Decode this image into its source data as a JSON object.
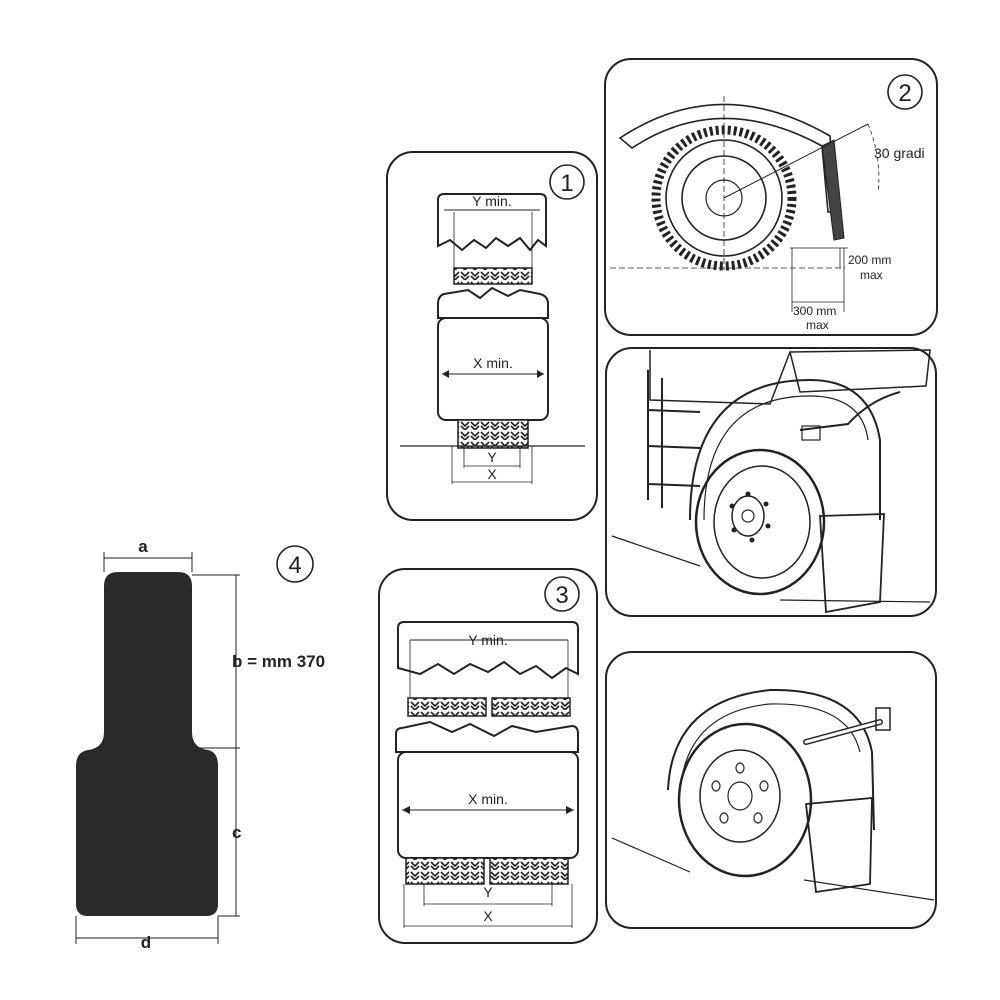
{
  "panel1": {
    "number": "1",
    "y_min": "Y min.",
    "x_min": "X min.",
    "y": "Y",
    "x": "X"
  },
  "panel2": {
    "number": "2",
    "angle": "30 gradi",
    "h_max_value": "200 mm",
    "h_max_unit": "max",
    "d_max_value": "300 mm",
    "d_max_unit": "max"
  },
  "panel3": {
    "number": "3",
    "y_min": "Y min.",
    "x_min": "X min.",
    "y": "Y",
    "x": "X"
  },
  "panel4": {
    "number": "4",
    "a": "a",
    "b": "b = mm 370",
    "c": "c",
    "d": "d"
  },
  "colors": {
    "ink": "#222222",
    "mudflap": "#2a2a2a",
    "background": "#ffffff"
  }
}
